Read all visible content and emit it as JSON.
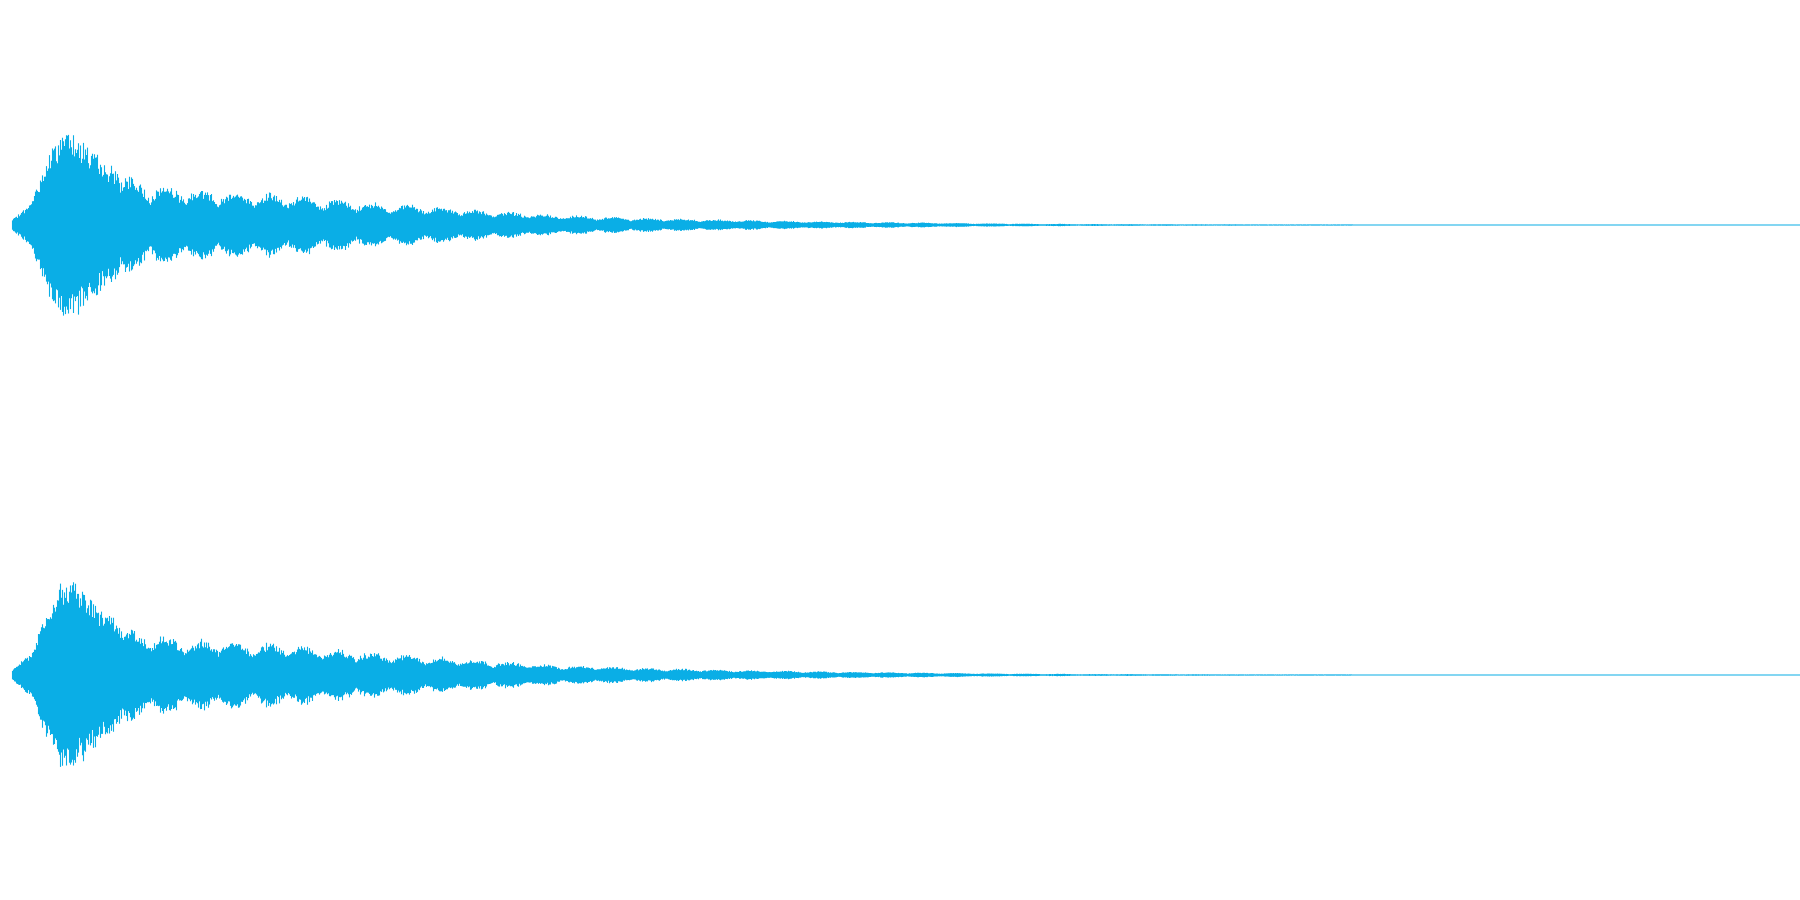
{
  "colors": {
    "background": "#ffffff",
    "waveform": "#0aaee6"
  },
  "chart_data": {
    "type": "area",
    "title": "",
    "xlabel": "",
    "ylabel": "",
    "grid": false,
    "legend": "none",
    "xlim": [
      0,
      1
    ],
    "ylim": [
      -1,
      1
    ],
    "x": [
      0.0,
      0.01,
      0.02,
      0.03,
      0.04,
      0.05,
      0.07,
      0.1,
      0.15,
      0.2,
      0.25,
      0.3,
      0.35,
      0.4,
      0.45,
      0.5,
      0.55,
      0.6,
      0.65,
      0.7,
      0.74,
      0.75,
      1.0
    ],
    "series": [
      {
        "channel": 1,
        "envelope": [
          0.05,
          0.2,
          0.65,
          0.95,
          0.8,
          0.6,
          0.42,
          0.35,
          0.3,
          0.22,
          0.16,
          0.1,
          0.07,
          0.05,
          0.035,
          0.025,
          0.015,
          0.01,
          0.008,
          0.006,
          0.005,
          0.0,
          0.0
        ]
      },
      {
        "channel": 2,
        "envelope": [
          0.05,
          0.2,
          0.65,
          0.95,
          0.8,
          0.6,
          0.42,
          0.35,
          0.3,
          0.22,
          0.16,
          0.1,
          0.07,
          0.05,
          0.035,
          0.025,
          0.015,
          0.01,
          0.008,
          0.006,
          0.005,
          0.0,
          0.0
        ]
      }
    ]
  }
}
